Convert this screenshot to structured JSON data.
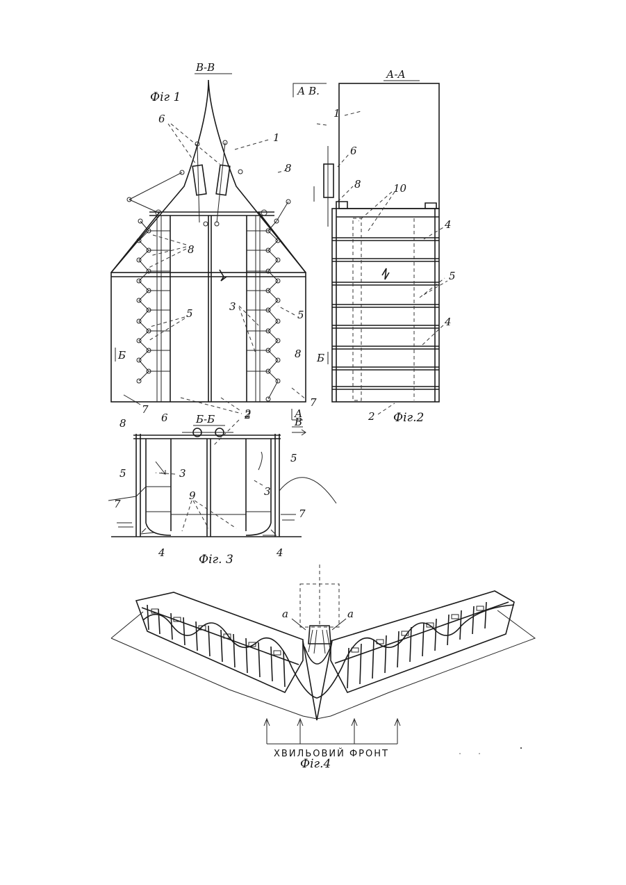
{
  "fig1": {
    "section": "В-В",
    "caption": "Фіг 1",
    "labels": {
      "n1": "1",
      "n6": "6",
      "n8a": "8",
      "n8b": "8",
      "n8c": "8",
      "n5a": "5",
      "n5b": "5",
      "n3": "3",
      "n2": "2",
      "n7a": "7",
      "n7b": "7",
      "cutB": "Б",
      "cutA": "А"
    }
  },
  "fig2": {
    "section": "А-А",
    "caption": "Фіг.2",
    "cut_label": "А  В.",
    "labels": {
      "n1": "1",
      "n6": "6",
      "n8": "8",
      "n10": "10",
      "n4a": "4",
      "n4b": "4",
      "n5": "5",
      "n2": "2",
      "cutB": "Б"
    }
  },
  "fig3": {
    "section": "Б-Б",
    "caption": "Фіг. 3",
    "cut_label": "В",
    "labels": {
      "n8": "8",
      "n6": "6",
      "n2": "2",
      "n3a": "3",
      "n3b": "3",
      "n5a": "5",
      "n5b": "5",
      "n7a": "7",
      "n7b": "7",
      "n9": "9",
      "n4a": "4",
      "n4b": "4"
    }
  },
  "fig4": {
    "front_label": "ХВИЛЬОВИЙ ФРОНТ",
    "caption": "Фіг.4",
    "labels": {
      "a1": "а",
      "a2": "а"
    }
  }
}
